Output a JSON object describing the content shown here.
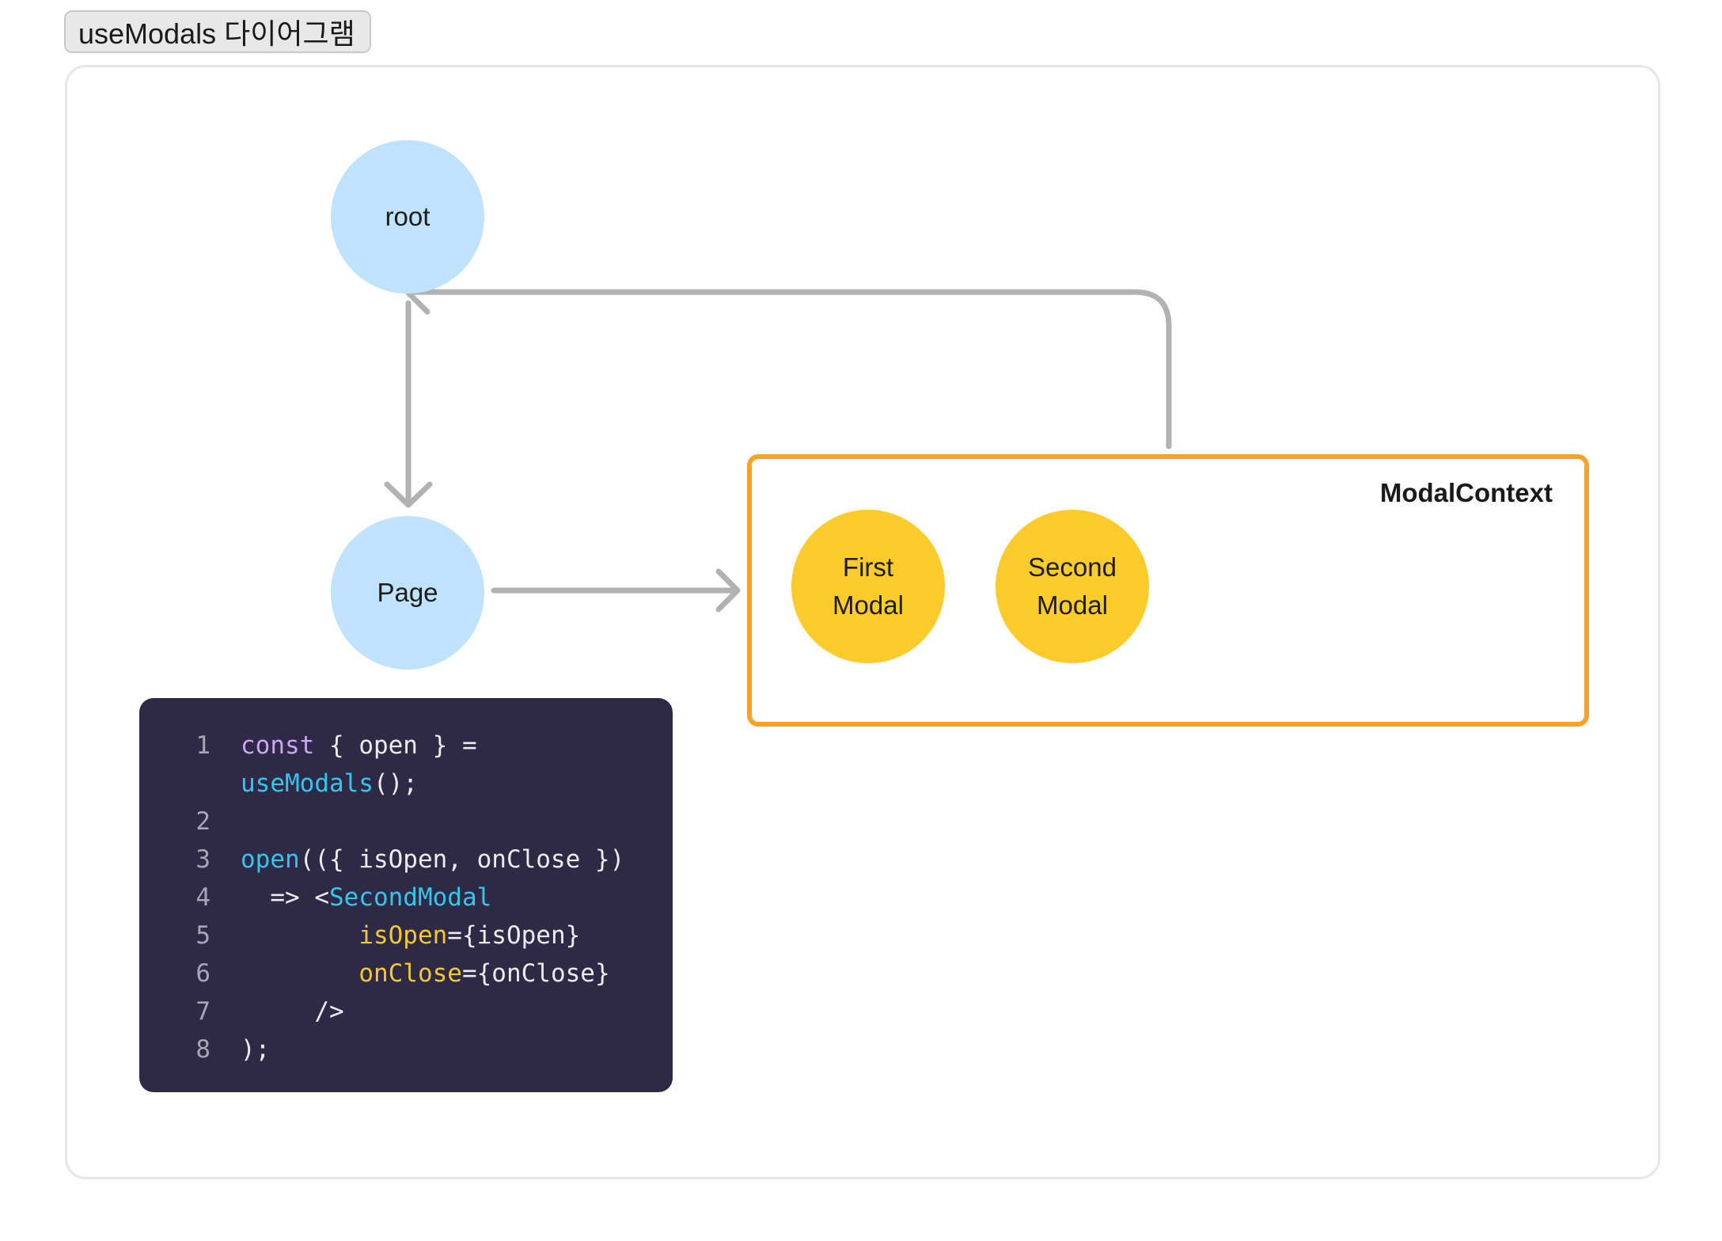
{
  "title": "useModals 다이어그램",
  "nodes": {
    "root": "root",
    "page": "Page",
    "first_modal": "First\nModal",
    "second_modal": "Second\nModal"
  },
  "context_label": "ModalContext",
  "colors": {
    "node_blue": "#bfe3fd",
    "node_yellow": "#fdcc2c",
    "context_border": "#f5a32d",
    "edge": "#b2b2b2",
    "code_bg": "#2e2945"
  },
  "code": {
    "lines": [
      {
        "num": "1",
        "tokens": [
          {
            "t": "const",
            "c": "kw"
          },
          {
            "t": " { open } =",
            "c": "pl"
          }
        ]
      },
      {
        "num": "",
        "tokens": [
          {
            "t": "useModals",
            "c": "fn"
          },
          {
            "t": "();",
            "c": "pl"
          }
        ]
      },
      {
        "num": "2",
        "tokens": []
      },
      {
        "num": "3",
        "tokens": [
          {
            "t": "open",
            "c": "fn"
          },
          {
            "t": "(({ isOpen, onClose })",
            "c": "pl"
          }
        ]
      },
      {
        "num": "4",
        "tokens": [
          {
            "t": "  => <",
            "c": "pl"
          },
          {
            "t": "SecondModal",
            "c": "tag"
          }
        ]
      },
      {
        "num": "5",
        "tokens": [
          {
            "t": "        ",
            "c": "pl"
          },
          {
            "t": "isOpen",
            "c": "attr"
          },
          {
            "t": "={isOpen}",
            "c": "pl"
          }
        ]
      },
      {
        "num": "6",
        "tokens": [
          {
            "t": "        ",
            "c": "pl"
          },
          {
            "t": "onClose",
            "c": "attr"
          },
          {
            "t": "={onClose}",
            "c": "pl"
          }
        ]
      },
      {
        "num": "7",
        "tokens": [
          {
            "t": "     />",
            "c": "pl"
          }
        ]
      },
      {
        "num": "8",
        "tokens": [
          {
            "t": ");",
            "c": "pl"
          }
        ]
      }
    ]
  }
}
